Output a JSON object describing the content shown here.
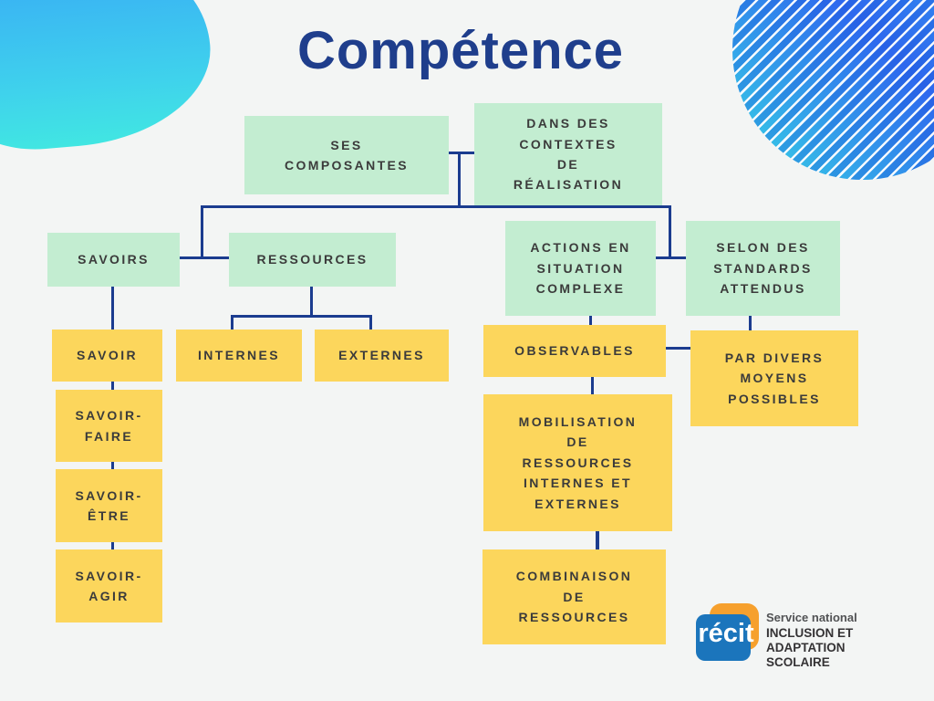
{
  "title": "Compétence",
  "nodes": [
    {
      "id": "ses-composantes",
      "label": "SES\nCOMPOSANTES",
      "type": "green"
    },
    {
      "id": "contextes-de-realisation",
      "label": "DANS DES\nCONTEXTES\nDE\nRÉALISATION",
      "type": "green"
    },
    {
      "id": "savoirs",
      "label": "SAVOIRS",
      "type": "green"
    },
    {
      "id": "ressources",
      "label": "RESSOURCES",
      "type": "green"
    },
    {
      "id": "actions-situation-complexe",
      "label": "ACTIONS EN\nSITUATION\nCOMPLEXE",
      "type": "green"
    },
    {
      "id": "standards-attendus",
      "label": "SELON DES\nSTANDARDS\nATTENDUS",
      "type": "green"
    },
    {
      "id": "savoir",
      "label": "SAVOIR",
      "type": "yellow"
    },
    {
      "id": "internes",
      "label": "INTERNES",
      "type": "yellow"
    },
    {
      "id": "externes",
      "label": "EXTERNES",
      "type": "yellow"
    },
    {
      "id": "observables",
      "label": "OBSERVABLES",
      "type": "yellow"
    },
    {
      "id": "par-divers-moyens",
      "label": "PAR DIVERS\nMOYENS\nPOSSIBLES",
      "type": "yellow"
    },
    {
      "id": "savoir-faire",
      "label": "SAVOIR-\nFAIRE",
      "type": "yellow"
    },
    {
      "id": "savoir-etre",
      "label": "SAVOIR-\nÊTRE",
      "type": "yellow"
    },
    {
      "id": "savoir-agir",
      "label": "SAVOIR-\nAGIR",
      "type": "yellow"
    },
    {
      "id": "mobilisation-ressources",
      "label": "MOBILISATION\nDE\nRESSOURCES\nINTERNES ET\nEXTERNES",
      "type": "yellow"
    },
    {
      "id": "combinaison-ressources",
      "label": "COMBINAISON\nDE\nRESSOURCES",
      "type": "yellow"
    }
  ],
  "logo": {
    "acronym": "récit",
    "service_label": "Service national",
    "department_line1": "INCLUSION ET ADAPTATION",
    "department_line2": "SCOLAIRE"
  },
  "colors": {
    "background": "#f3f5f4",
    "green_box": "#c3edd1",
    "yellow_box": "#fcd65c",
    "connector": "#1b3c8f",
    "title": "#1f3e8c",
    "node_text": "#3b3b3b",
    "logo_blue": "#1b75bc",
    "logo_orange": "#f6a02d",
    "decorative_blue": "#2e68ee",
    "decorative_cyan": "#38d9e6"
  }
}
